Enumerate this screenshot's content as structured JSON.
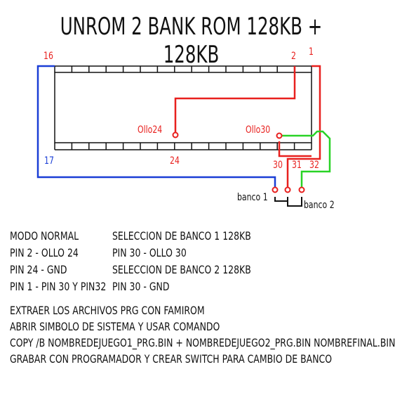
{
  "title": "UNROM 2 BANK ROM 128KB + 128KB",
  "pins": {
    "p16": "16",
    "p2": "2",
    "p1": "1",
    "p17": "17",
    "p24": "24",
    "p30": "30",
    "p31": "31",
    "p32": "32"
  },
  "labels": {
    "ollo24": "Ollo24",
    "ollo30": "Ollo30",
    "banco1": "banco 1",
    "banco2": "banco 2"
  },
  "notes_left": [
    "MODO NORMAL",
    "PIN 2 - OLLO 24",
    "PIN 24 - GND",
    "PIN 1 - PIN 30 Y PIN32"
  ],
  "notes_right": [
    "SELECCION DE BANCO 1 128KB",
    "PIN 30 - OLLO 30",
    "SELECCION DE BANCO 2 128KB",
    "PIN 30 - GND"
  ],
  "instructions": [
    "EXTRAER LOS ARCHIVOS PRG CON FAMIROM",
    "ABRIR SIMBOLO DE SISTEMA Y USAR COMANDO",
    "COPY /B NOMBREDEJUEGO1_PRG.BIN + NOMBREDEJUEGO2_PRG.BIN NOMBREFINAL.BIN",
    "GRABAR CON PROGRAMADOR Y CREAR SWITCH PARA CAMBIO DE BANCO"
  ],
  "colors": {
    "red": "#e8201e",
    "blue": "#1a3ed6",
    "green": "#29d326",
    "black": "#111111"
  }
}
